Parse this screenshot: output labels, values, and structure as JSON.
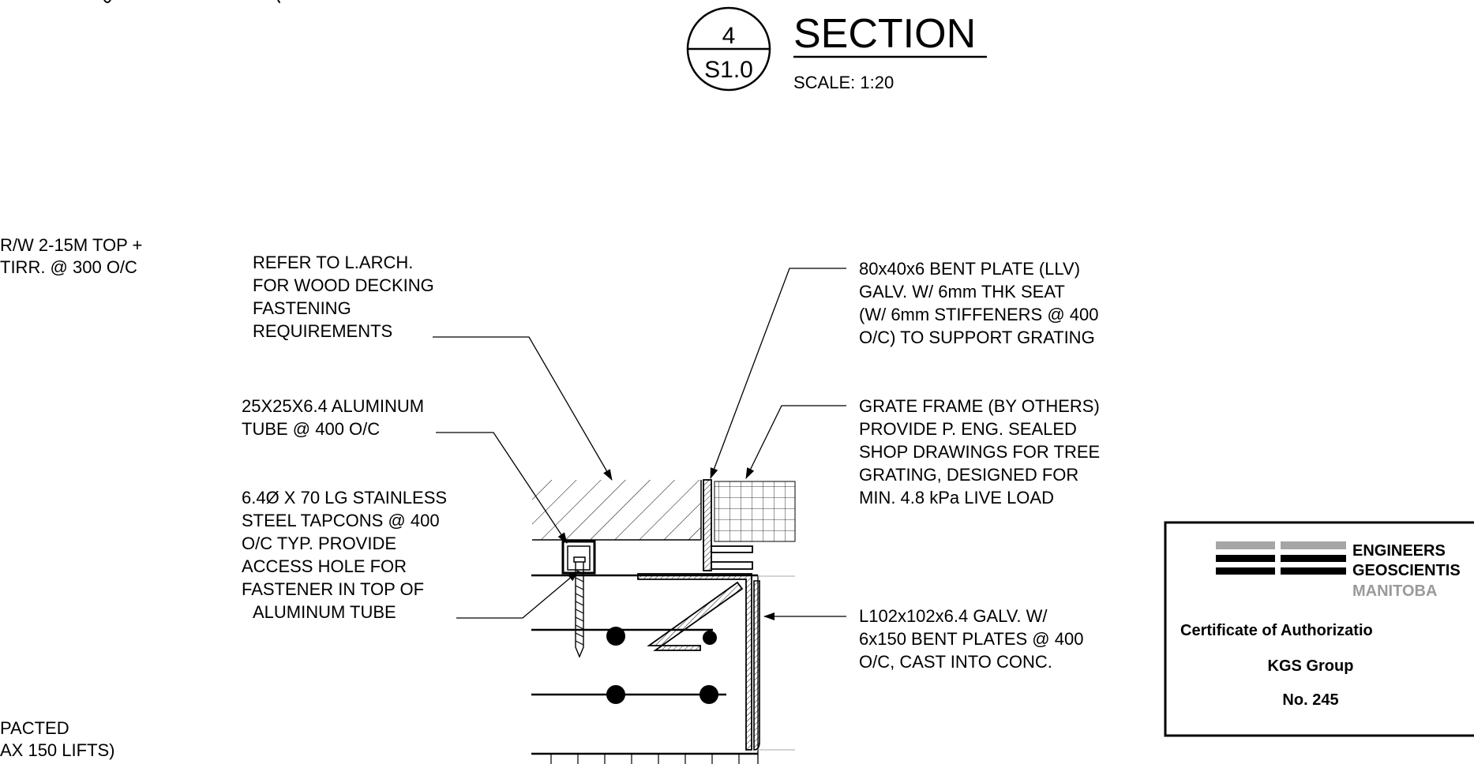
{
  "header": {
    "detail_number": "4",
    "sheet_number": "S1.0",
    "title": "SECTION",
    "scale": "SCALE: 1:20"
  },
  "notes": {
    "left_edge_top": [
      "R/W 2-15M TOP +",
      "TIRR. @ 300 O/C"
    ],
    "left_edge_bottom": [
      "PACTED",
      "AX 150 LIFTS)"
    ],
    "wood_decking": [
      "REFER TO L.ARCH.",
      "FOR WOOD DECKING",
      "FASTENING",
      "REQUIREMENTS"
    ],
    "aluminum_tube": [
      "25X25X6.4 ALUMINUM",
      "TUBE @ 400 O/C"
    ],
    "tapcons": [
      "6.4Ø X 70 LG STAINLESS",
      "STEEL TAPCONS @ 400",
      "O/C TYP. PROVIDE",
      "ACCESS HOLE FOR",
      "FASTENER IN TOP OF",
      "ALUMINUM TUBE"
    ],
    "bent_plate": [
      "80x40x6 BENT PLATE (LLV)",
      "GALV. W/ 6mm THK SEAT",
      "(W/ 6mm STIFFENERS @ 400",
      "O/C) TO SUPPORT GRATING"
    ],
    "grate_frame": [
      "GRATE FRAME (BY OTHERS)",
      "PROVIDE P. ENG. SEALED",
      "SHOP DRAWINGS FOR TREE",
      "GRATING, DESIGNED FOR",
      "MIN. 4.8 kPa LIVE LOAD"
    ],
    "angle": [
      "L102x102x6.4 GALV. W/",
      "6x150 BENT PLATES @ 400",
      "O/C, CAST INTO CONC."
    ]
  },
  "stamp": {
    "line1": "ENGINEERS",
    "line2": "GEOSCIENTIS",
    "line3": "MANITOBA",
    "certificate": "Certificate of Authorizatio",
    "company": "KGS Group",
    "number": "No. 245"
  }
}
